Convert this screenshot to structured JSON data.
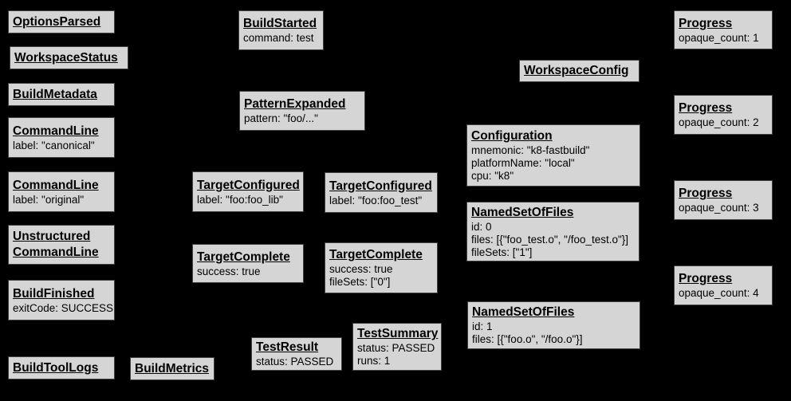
{
  "diagram": {
    "colors": {
      "background": "#000000",
      "box_fill": "#d5d5d5",
      "box_border": "#414141",
      "text": "#000000"
    },
    "boxes": [
      {
        "id": "options-parsed",
        "title": "OptionsParsed",
        "lines": []
      },
      {
        "id": "workspace-status",
        "title": "WorkspaceStatus",
        "lines": []
      },
      {
        "id": "build-metadata",
        "title": "BuildMetadata",
        "lines": []
      },
      {
        "id": "command-line-canonical",
        "title": "CommandLine",
        "lines": [
          "label: \"canonical\""
        ]
      },
      {
        "id": "command-line-original",
        "title": "CommandLine",
        "lines": [
          "label: \"original\""
        ]
      },
      {
        "id": "unstructured-command-line",
        "title": "Unstructured",
        "title2": "CommandLine",
        "lines": []
      },
      {
        "id": "build-finished",
        "title": "BuildFinished",
        "lines": [
          "exitCode: SUCCESS"
        ]
      },
      {
        "id": "build-tool-logs",
        "title": "BuildToolLogs",
        "lines": []
      },
      {
        "id": "build-metrics",
        "title": "BuildMetrics",
        "lines": []
      },
      {
        "id": "build-started",
        "title": "BuildStarted",
        "lines": [
          "command: test"
        ]
      },
      {
        "id": "pattern-expanded",
        "title": "PatternExpanded",
        "lines": [
          "pattern: \"foo/...\""
        ]
      },
      {
        "id": "target-configured-foo-lib",
        "title": "TargetConfigured",
        "lines": [
          "label: \"foo:foo_lib\""
        ]
      },
      {
        "id": "target-configured-foo-test",
        "title": "TargetConfigured",
        "lines": [
          "label: \"foo:foo_test\""
        ]
      },
      {
        "id": "target-complete-foo-lib",
        "title": "TargetComplete",
        "lines": [
          "success: true"
        ]
      },
      {
        "id": "target-complete-foo-test",
        "title": "TargetComplete",
        "lines": [
          "success: true",
          "fileSets: [\"0\"]"
        ]
      },
      {
        "id": "test-result",
        "title": "TestResult",
        "lines": [
          "status: PASSED"
        ]
      },
      {
        "id": "test-summary",
        "title": "TestSummary",
        "lines": [
          "status: PASSED",
          "runs: 1"
        ]
      },
      {
        "id": "workspace-config",
        "title": "WorkspaceConfig",
        "lines": []
      },
      {
        "id": "configuration",
        "title": "Configuration",
        "lines": [
          "mnemonic: \"k8-fastbuild\"",
          "platformName: \"local\"",
          "cpu: \"k8\""
        ]
      },
      {
        "id": "named-set-of-files-0",
        "title": "NamedSetOfFiles",
        "lines": [
          "id: 0",
          "files: [{\"foo_test.o\", \"/foo_test.o\"}]",
          "fileSets: [\"1\"]"
        ]
      },
      {
        "id": "named-set-of-files-1",
        "title": "NamedSetOfFiles",
        "lines": [
          "id: 1",
          "files: [{\"foo.o\", \"/foo.o\"}]"
        ]
      },
      {
        "id": "progress-1",
        "title": "Progress",
        "lines": [
          "opaque_count: 1"
        ]
      },
      {
        "id": "progress-2",
        "title": "Progress",
        "lines": [
          "opaque_count: 2"
        ]
      },
      {
        "id": "progress-3",
        "title": "Progress",
        "lines": [
          "opaque_count: 3"
        ]
      },
      {
        "id": "progress-4",
        "title": "Progress",
        "lines": [
          "opaque_count: 4"
        ]
      }
    ]
  }
}
